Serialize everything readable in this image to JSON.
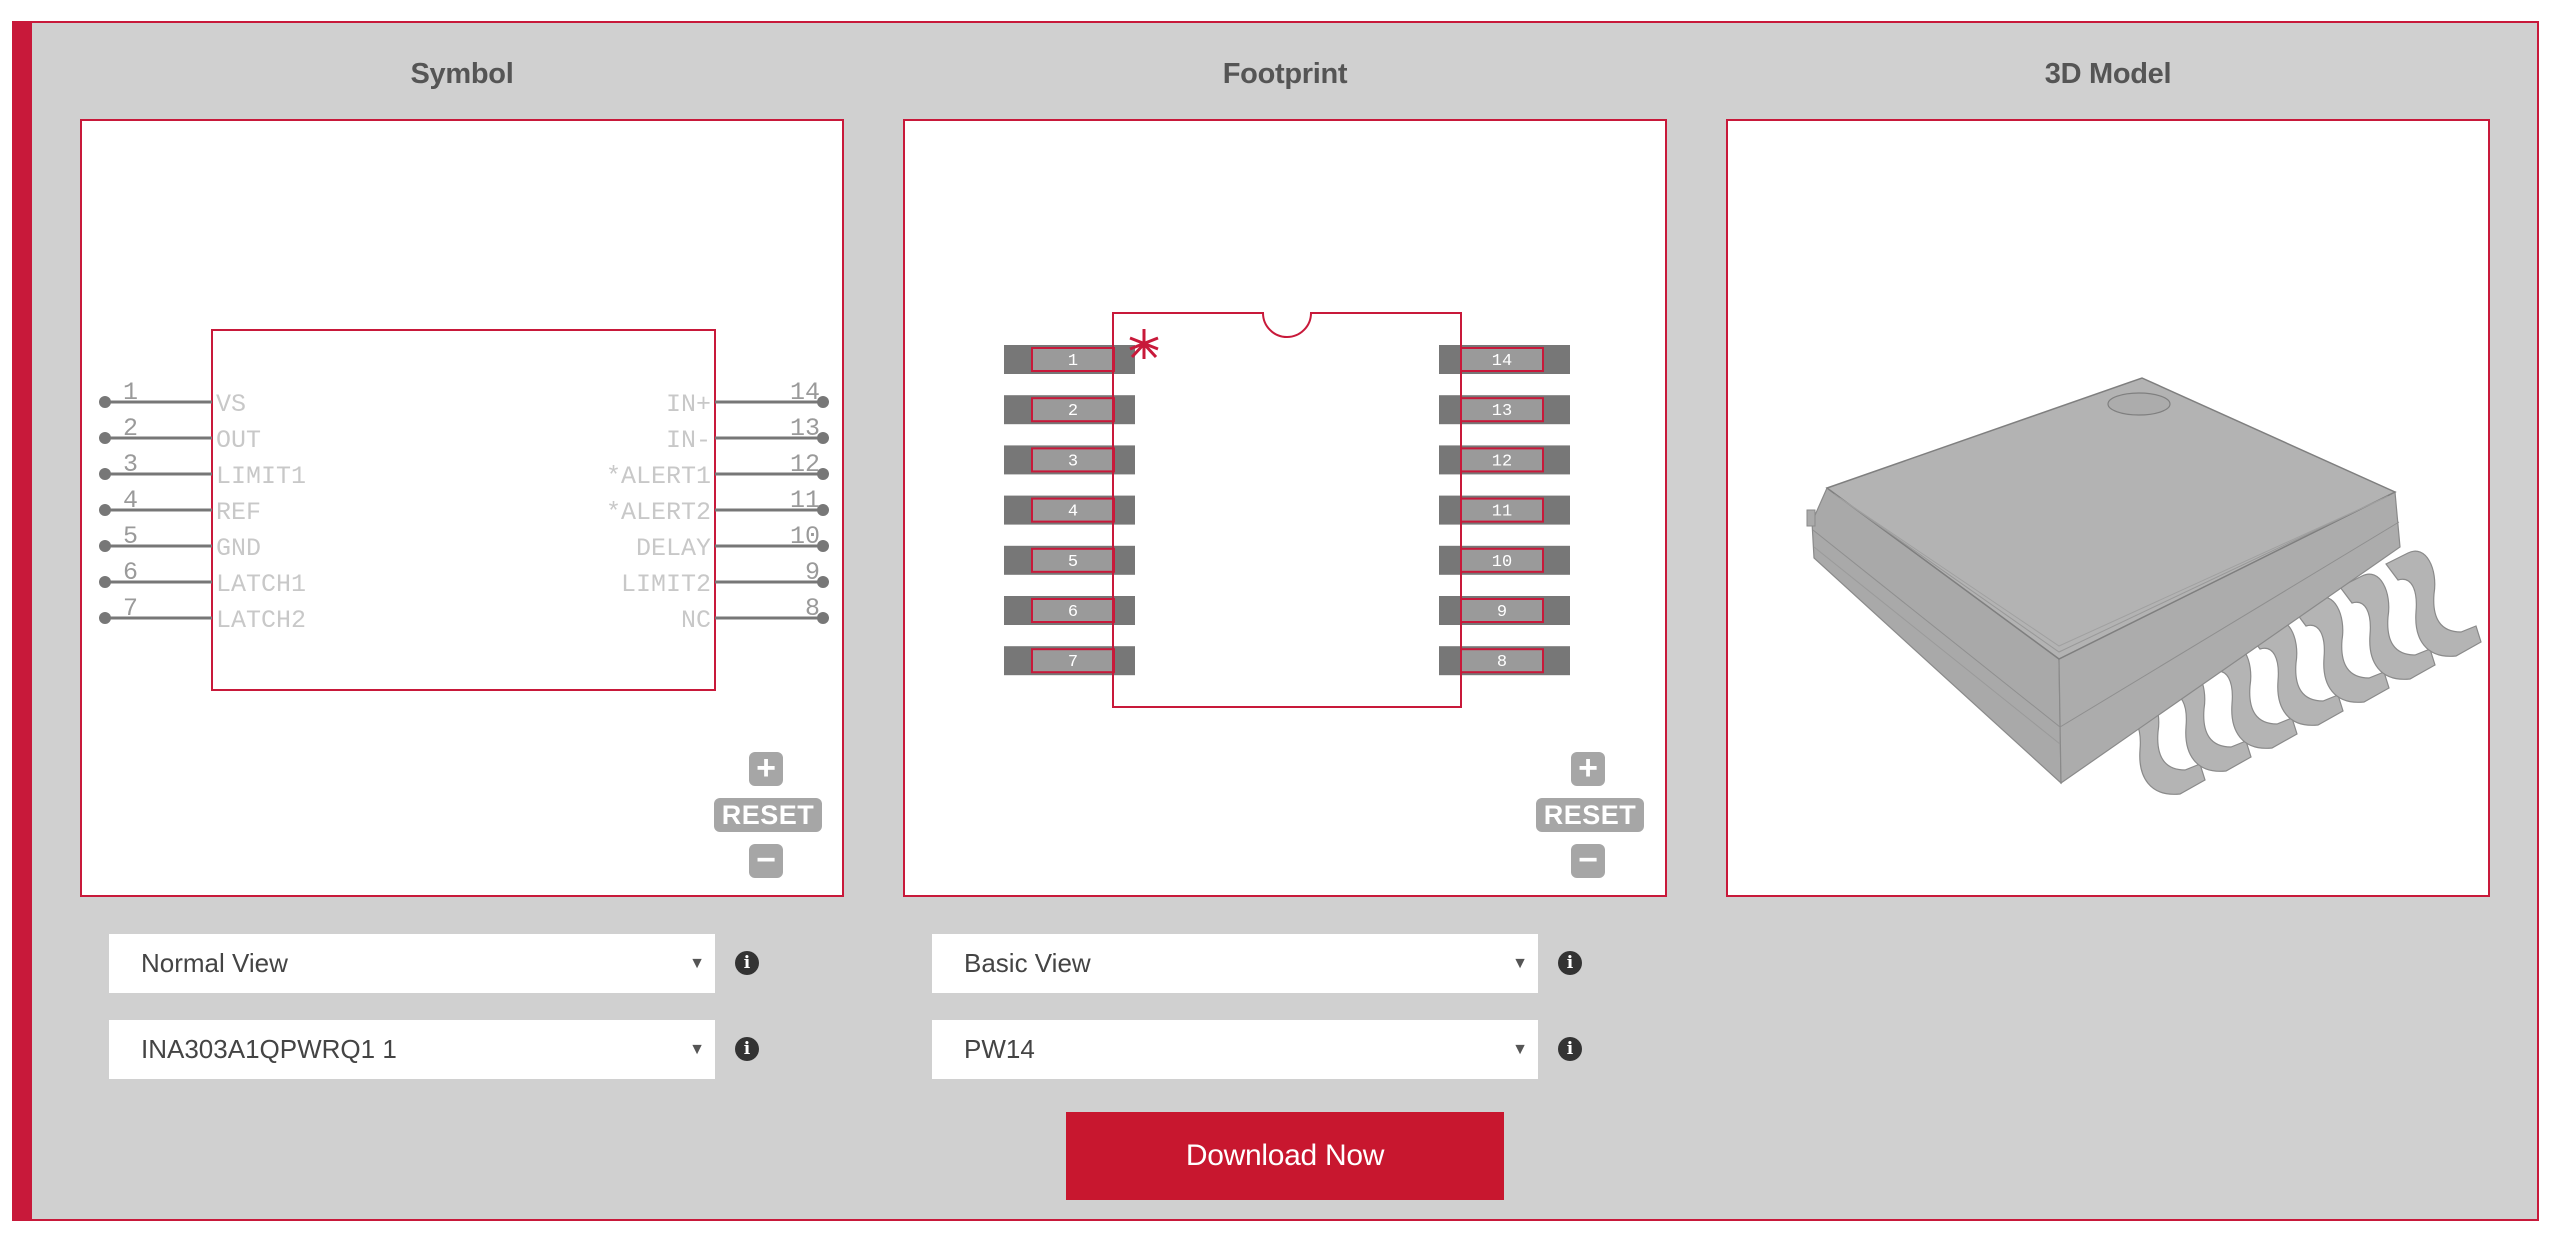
{
  "colors": {
    "accent": "#c8193a",
    "background": "#d0d0d0",
    "button": "#c8172f",
    "zoom_control": "#a6a6a6",
    "pin": "#777777",
    "pin_label": "#c8c8c8",
    "pad_outer": "#777777",
    "pad_inner": "#9a9a9a",
    "model_body": "#b0b0b0"
  },
  "panels": {
    "symbol": {
      "title": "Symbol"
    },
    "footprint": {
      "title": "Footprint"
    },
    "model3d": {
      "title": "3D Model"
    }
  },
  "zoom_controls": {
    "plus_label": "+",
    "reset_label": "RESET",
    "minus_label": "−"
  },
  "symbol": {
    "left_pins": [
      {
        "number": "1",
        "name": "VS"
      },
      {
        "number": "2",
        "name": "OUT"
      },
      {
        "number": "3",
        "name": "LIMIT1"
      },
      {
        "number": "4",
        "name": "REF"
      },
      {
        "number": "5",
        "name": "GND"
      },
      {
        "number": "6",
        "name": "LATCH1"
      },
      {
        "number": "7",
        "name": "LATCH2"
      }
    ],
    "right_pins": [
      {
        "number": "14",
        "name": "IN+"
      },
      {
        "number": "13",
        "name": "IN-"
      },
      {
        "number": "12",
        "name": "*ALERT1"
      },
      {
        "number": "11",
        "name": "*ALERT2"
      },
      {
        "number": "10",
        "name": "DELAY"
      },
      {
        "number": "9",
        "name": "LIMIT2"
      },
      {
        "number": "8",
        "name": "NC"
      }
    ]
  },
  "footprint": {
    "pin1_marker": "*",
    "left_pads": [
      "1",
      "2",
      "3",
      "4",
      "5",
      "6",
      "7"
    ],
    "right_pads": [
      "14",
      "13",
      "12",
      "11",
      "10",
      "9",
      "8"
    ]
  },
  "controls": {
    "symbol_view": {
      "value": "Normal View",
      "arrow": "▼",
      "info": "i"
    },
    "symbol_part": {
      "value": "INA303A1QPWRQ1 1",
      "arrow": "▼",
      "info": "i"
    },
    "footprint_view": {
      "value": "Basic View",
      "arrow": "▼",
      "info": "i"
    },
    "footprint_package": {
      "value": "PW14",
      "arrow": "▼",
      "info": "i"
    }
  },
  "download": {
    "label": "Download Now"
  }
}
